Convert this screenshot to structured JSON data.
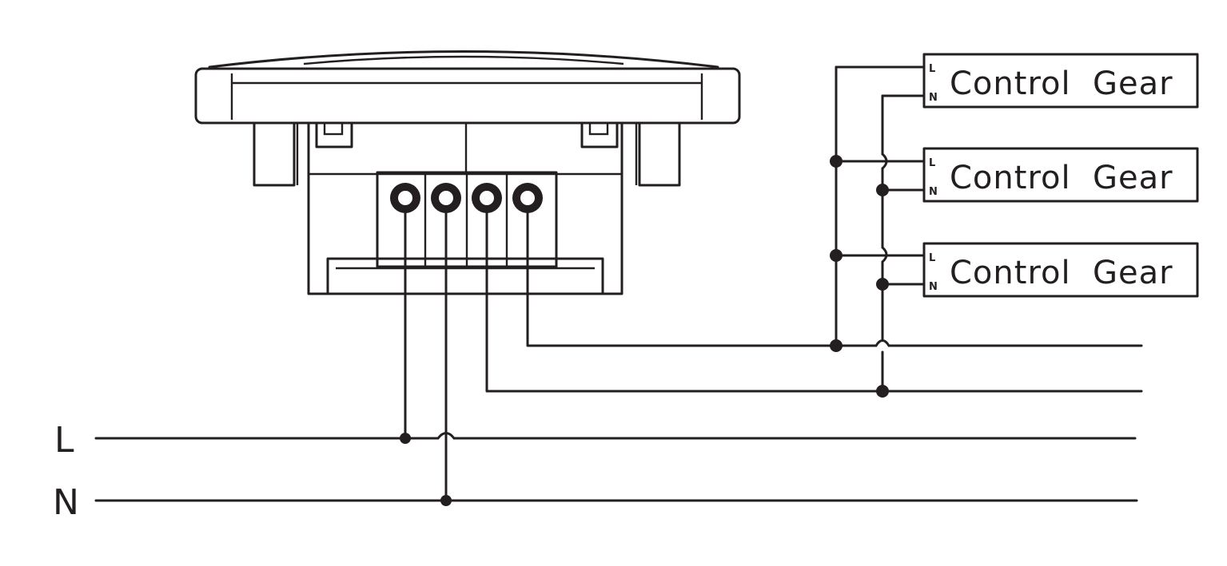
{
  "bus_labels": {
    "line": "L",
    "neutral": "N"
  },
  "control_gear": [
    {
      "label": "Control  Gear",
      "pin_l": "L",
      "pin_n": "N"
    },
    {
      "label": "Control  Gear",
      "pin_l": "L",
      "pin_n": "N"
    },
    {
      "label": "Control  Gear",
      "pin_l": "L",
      "pin_n": "N"
    }
  ],
  "colors": {
    "line": "#231f20",
    "background": "#ffffff"
  }
}
